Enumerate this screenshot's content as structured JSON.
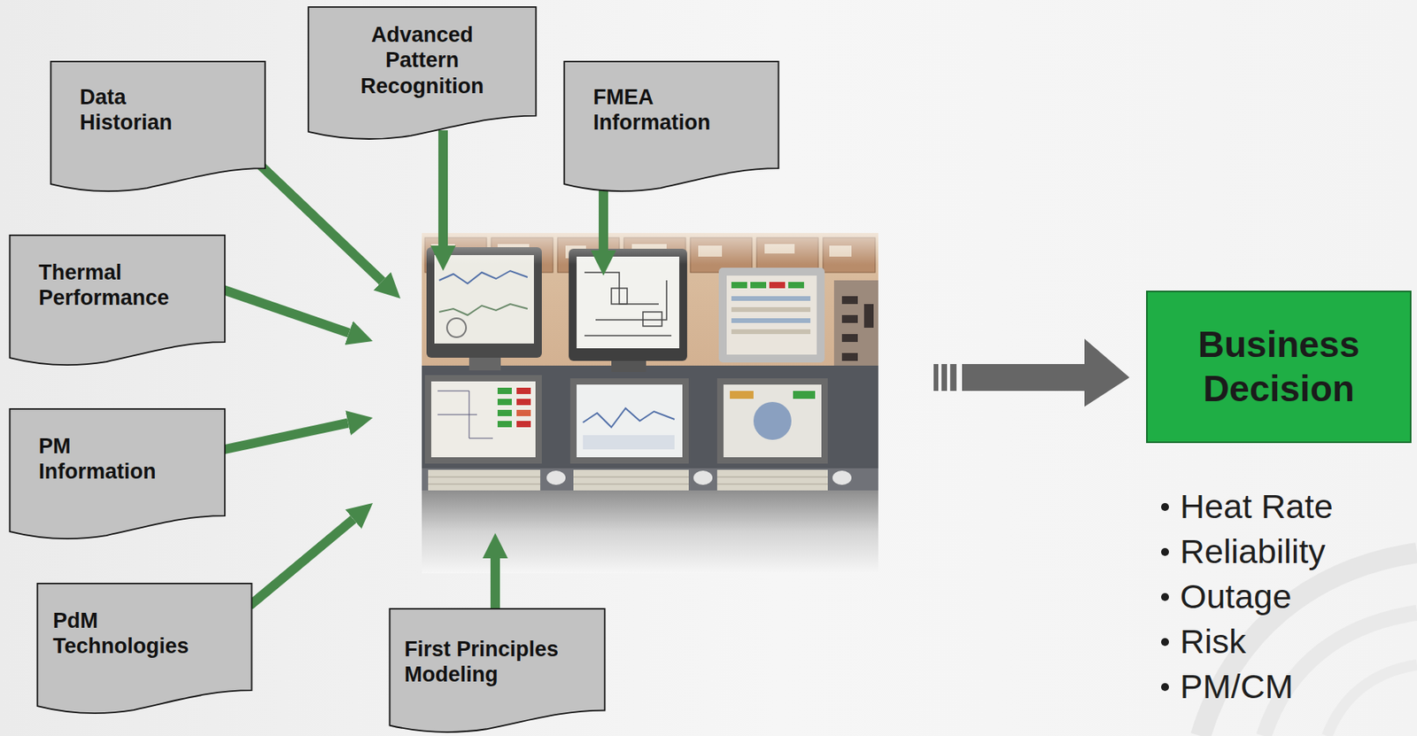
{
  "diagram": {
    "nodes": [
      {
        "text": [
          "Advanced Pattern Recognition"
        ]
      },
      {
        "text": [
          "Data Historian"
        ]
      },
      {
        "text": [
          "FMEA Information"
        ]
      },
      {
        "text": [
          "Thermal Performance"
        ]
      },
      {
        "text": [
          "PM Information"
        ]
      },
      {
        "text": [
          "PdM Technologies"
        ]
      },
      {
        "text": [
          "First Principles Modeling"
        ]
      },
      {
        "text": [
          "Business Decision"
        ]
      }
    ],
    "labels": [
      "Heat Rate",
      "Reliability",
      "Outage",
      "Risk",
      "PM/CM"
    ]
  }
}
